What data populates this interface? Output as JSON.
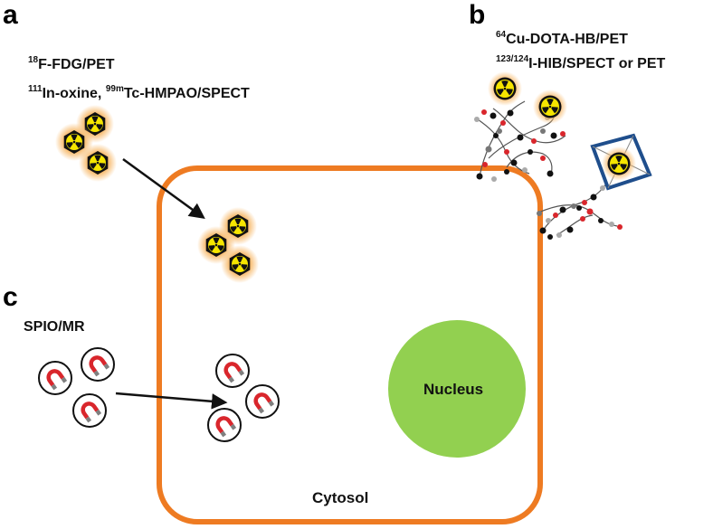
{
  "panels": {
    "a": {
      "letter": "a",
      "line1": {
        "sup": "18",
        "text": "F-FDG/PET"
      },
      "line2": {
        "sup1": "111",
        "text1": "In-oxine, ",
        "sup2": "99m",
        "text2": "Tc-HMPAO/SPECT"
      }
    },
    "b": {
      "letter": "b",
      "line1": {
        "sup": "64",
        "text": "Cu-DOTA-HB/PET"
      },
      "line2": {
        "sup": "123/124",
        "text": "I-HIB/SPECT or PET"
      }
    },
    "c": {
      "letter": "c",
      "line1": "SPIO/MR"
    }
  },
  "cell": {
    "nucleus_label": "Nucleus",
    "cytosol_label": "Cytosol"
  },
  "colors": {
    "membrane": "#ee7b22",
    "nucleus": "#92d050",
    "radiation_yellow": "#f5e500",
    "glow": "#f7b96a",
    "magnet_red": "#d9262c",
    "magnet_gray": "#7f7f7f",
    "cage_blue": "#1f4e8c"
  },
  "icons": {
    "tracer": "radiation-trefoil-icon",
    "magnet": "horseshoe-magnet-icon",
    "polymer": "hyperbranched-polymer-icon"
  }
}
